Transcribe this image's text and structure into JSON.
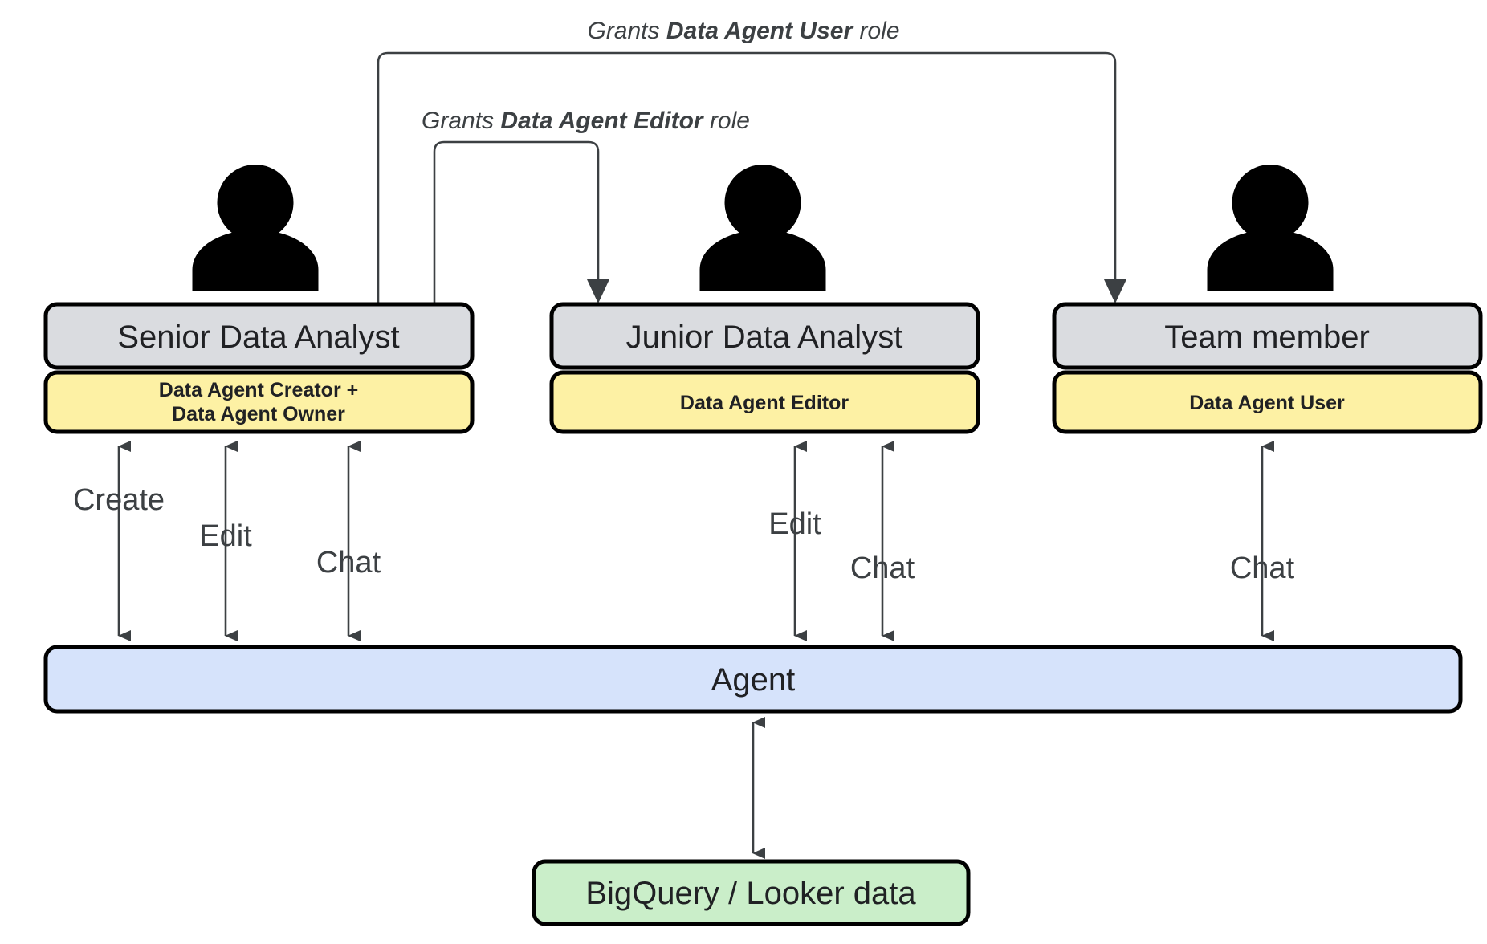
{
  "diagram": {
    "title": "Data Agent roles and permissions",
    "background": "#ffffff",
    "colors": {
      "role_header": "#dadce0",
      "role_badge": "#fdf1a4",
      "agent": "#d6e3fb",
      "source": "#caeec9",
      "stroke": "#000000",
      "arrow": "#3c4043"
    }
  },
  "connectors": {
    "user_role": {
      "prefix": "Grants ",
      "strong": "Data Agent User",
      "suffix": " role"
    },
    "editor_role": {
      "prefix": "Grants ",
      "strong": "Data Agent Editor",
      "suffix": " role"
    }
  },
  "personas": [
    {
      "icon": "person-icon",
      "title": "Senior Data Analyst",
      "badge_lines": [
        "Data Agent Creator +",
        "Data Agent Owner"
      ],
      "actions": [
        "Create",
        "Edit",
        "Chat"
      ]
    },
    {
      "icon": "person-icon",
      "title": "Junior Data Analyst",
      "badge_lines": [
        "Data Agent Editor"
      ],
      "actions": [
        "Edit",
        "Chat"
      ]
    },
    {
      "icon": "person-icon",
      "title": "Team member",
      "badge_lines": [
        "Data Agent User"
      ],
      "actions": [
        "Chat"
      ]
    }
  ],
  "agent": {
    "label": "Agent"
  },
  "source": {
    "label": "BigQuery / Looker data"
  }
}
